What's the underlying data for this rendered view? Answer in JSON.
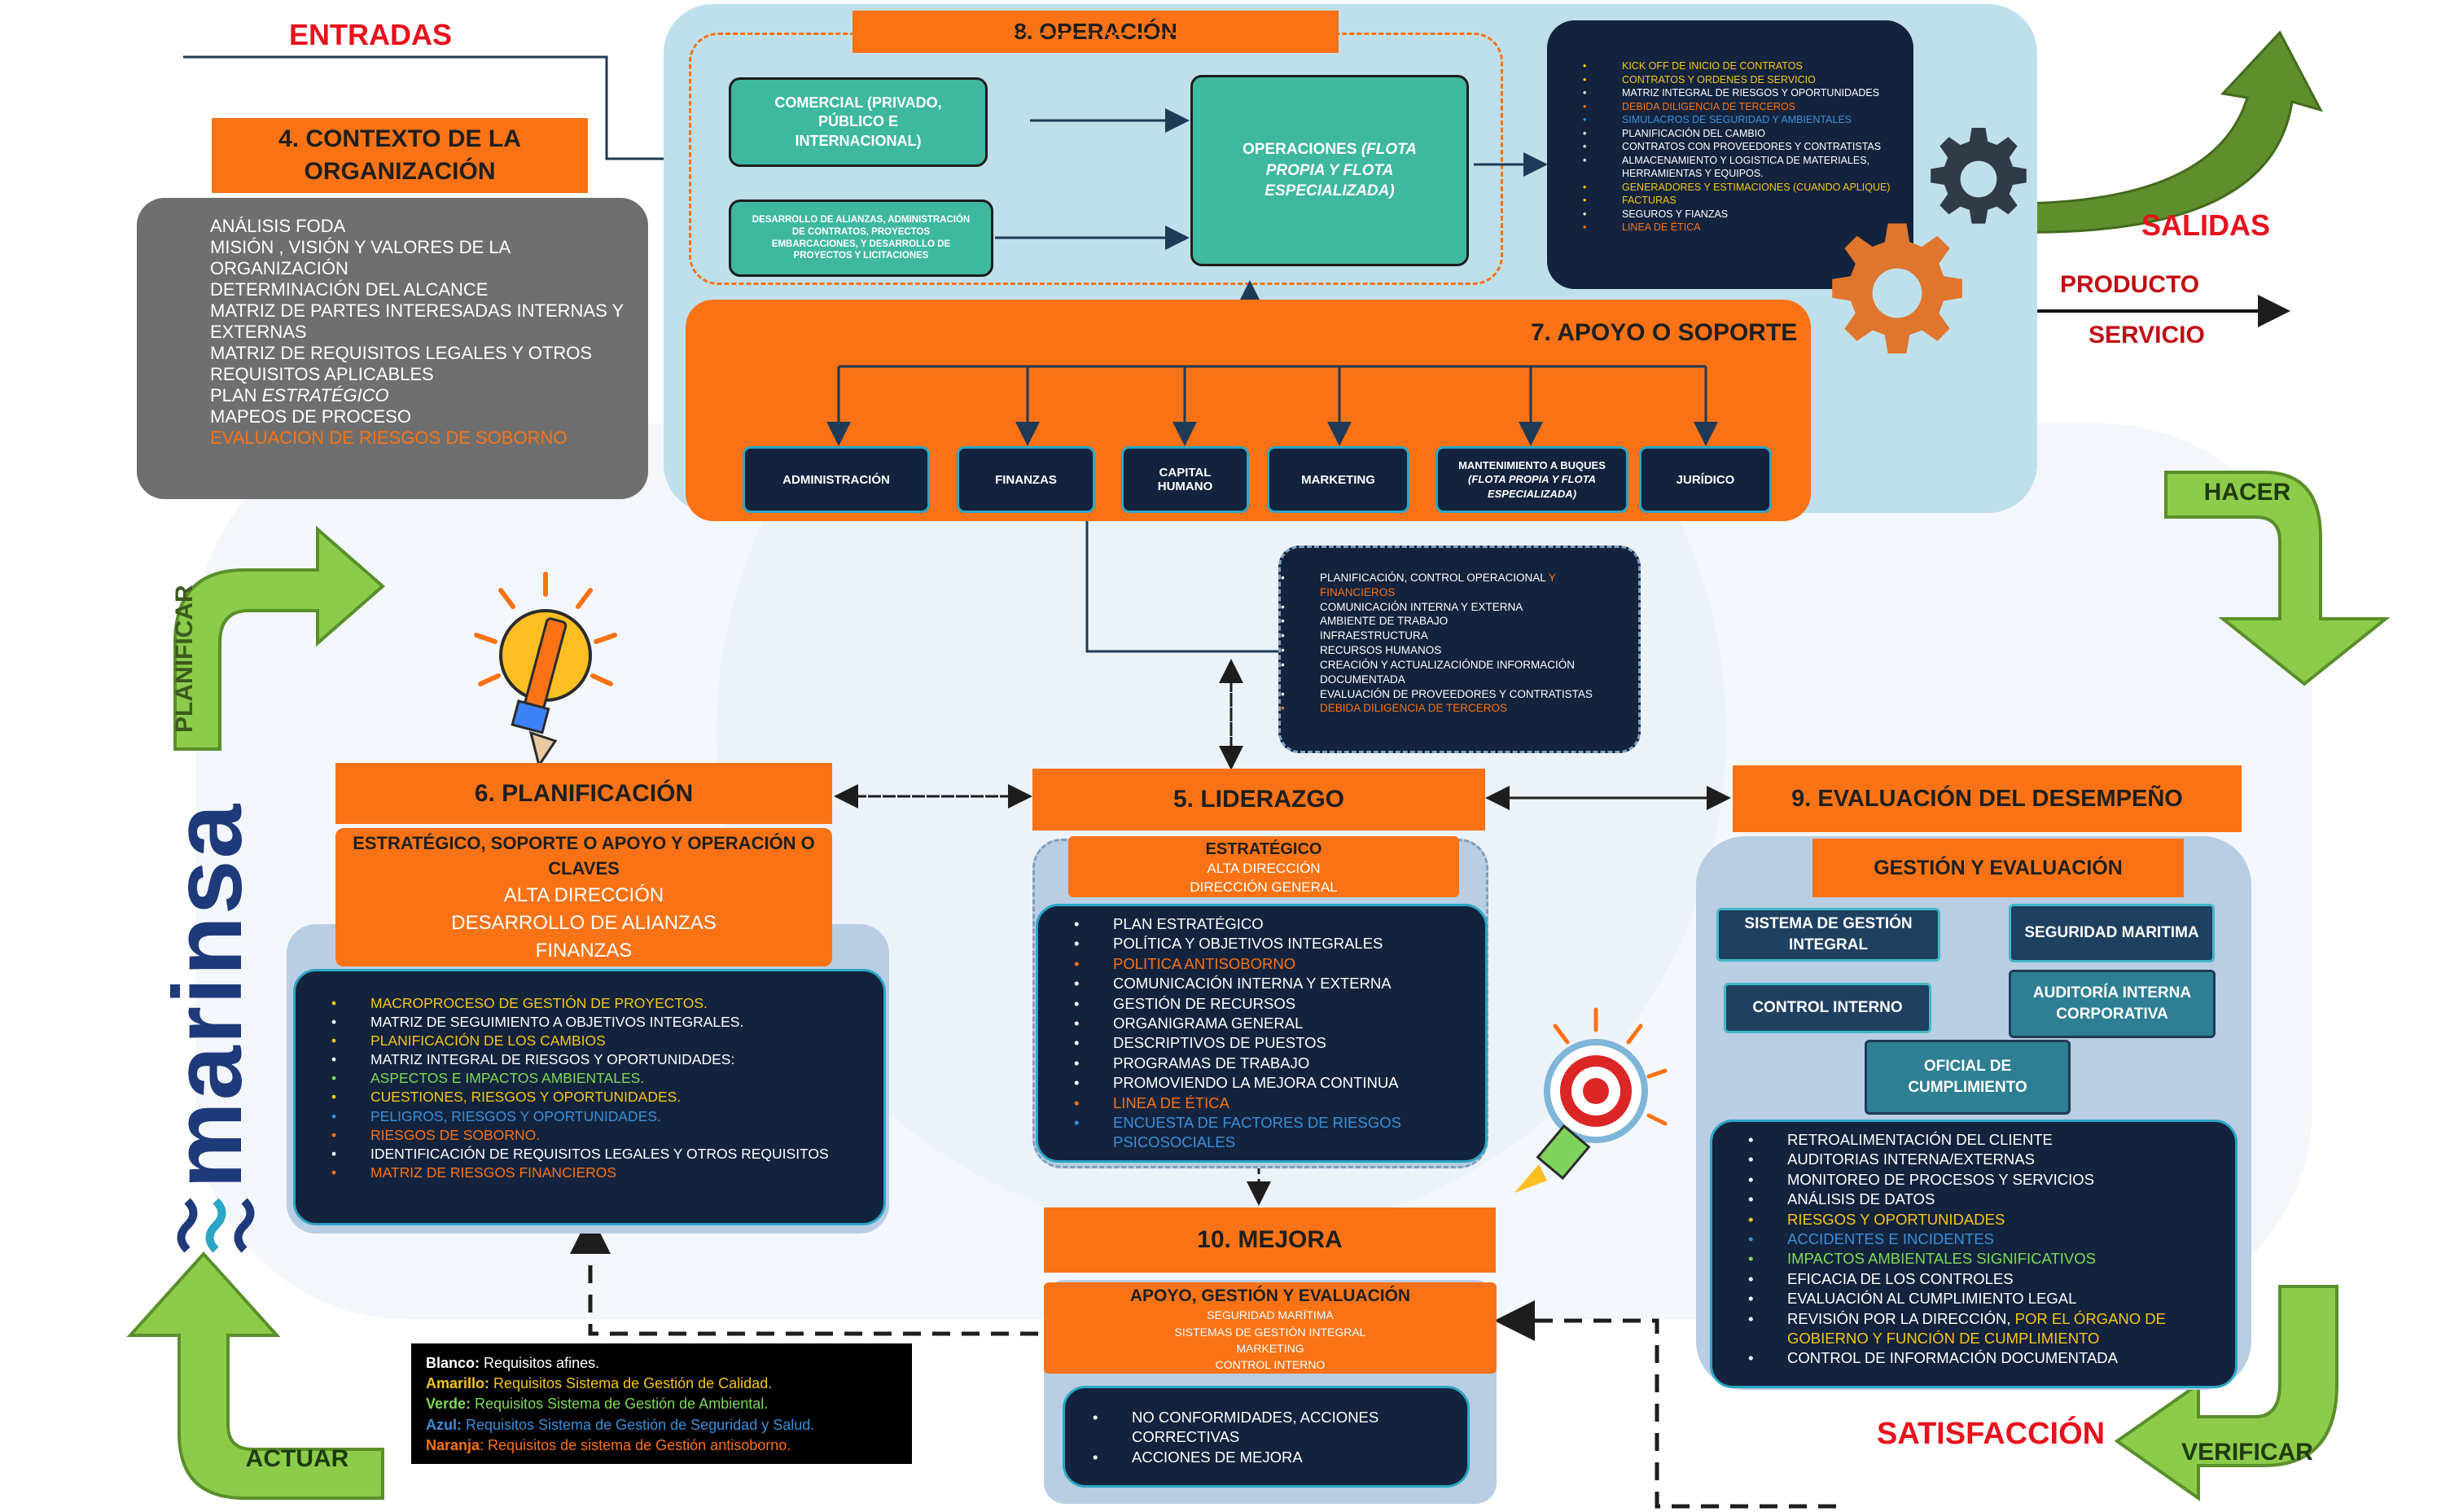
{
  "colors": {
    "orange": "#f97316",
    "navy": "#13233d",
    "lightblue": "#bfe0ea",
    "green": "#7cb342",
    "red": "#e8111c",
    "teal": "#3fb8a0"
  },
  "brand": {
    "logo": "marinsa"
  },
  "flow": {
    "entradas": "ENTRADAS",
    "salidas": "SALIDAS",
    "producto": "PRODUCTO",
    "servicio": "SERVICIO",
    "satisfaccion": "SATISFACCIÓN"
  },
  "cycle": {
    "planificar": "PLANIFICAR",
    "hacer": "HACER",
    "verificar": "VERIFICAR",
    "actuar": "ACTUAR"
  },
  "contexto": {
    "title": "4. CONTEXTO DE LA ORGANIZACIÓN",
    "items": [
      {
        "text": "ANÁLISIS FODA"
      },
      {
        "text": "MISIÓN , VISIÓN Y VALORES DE LA ORGANIZACIÓN"
      },
      {
        "text": "DETERMINACIÓN DEL ALCANCE"
      },
      {
        "text": "MATRIZ DE PARTES  INTERESADAS INTERNAS Y EXTERNAS"
      },
      {
        "text": "MATRIZ DE REQUISITOS LEGALES Y OTROS REQUISITOS APLICABLES"
      },
      {
        "text": "PLAN ESTRATÉGICO"
      },
      {
        "text": "MAPEOS DE PROCESO"
      },
      {
        "text": "EVALUACION DE RIESGOS DE SOBORNO",
        "color": "orange"
      }
    ]
  },
  "operacion": {
    "title": "8. OPERACIÓN",
    "comercial": "COMERCIAL (PRIVADO, PÚBLICO E INTERNACIONAL)",
    "alianzas": "DESARROLLO DE ALIANZAS, ADMINISTRACIÓN DE CONTRATOS, PROYECTOS EMBARCACIONES, Y DESARROLLO DE PROYECTOS  Y LICITACIONES",
    "operaciones": "OPERACIONES",
    "operaciones_italic": "(FLOTA PROPIA Y FLOTA ESPECIALIZADA)",
    "items": [
      {
        "text": "KICK OFF DE INICIO DE CONTRATOS",
        "color": "yellow"
      },
      {
        "text": "CONTRATOS Y ORDENES DE SERVICIO",
        "color": "yellow"
      },
      {
        "text": "MATRIZ INTEGRAL DE RIESGOS Y OPORTUNIDADES",
        "color": "white"
      },
      {
        "text": "DEBIDA DILIGENCIA DE TERCEROS",
        "color": "orange"
      },
      {
        "text": "SIMULACROS DE SEGURIDAD Y AMBIENTALES",
        "color": "blue"
      },
      {
        "text": "PLANIFICACIÓN DEL CAMBIO",
        "color": "white"
      },
      {
        "text": "CONTRATOS CON PROVEEDORES Y CONTRATISTAS",
        "color": "white"
      },
      {
        "text": "ALMACENAMIENTO Y LOGISTICA DE MATERIALES, HERRAMIENTAS Y EQUIPOS.",
        "color": "white"
      },
      {
        "text": "GENERADORES Y ESTIMACIONES (CUANDO APLIQUE)",
        "color": "yellow"
      },
      {
        "text": "FACTURAS",
        "color": "yellow"
      },
      {
        "text": "SEGUROS Y FIANZAS",
        "color": "white"
      },
      {
        "text": "LINEA DE ÉTICA",
        "color": "orange"
      }
    ]
  },
  "apoyo": {
    "title": "7. APOYO O SOPORTE",
    "depts": [
      {
        "label": "ADMINISTRACIÓN"
      },
      {
        "label": "FINANZAS"
      },
      {
        "label": "CAPITAL HUMANO"
      },
      {
        "label": "MARKETING"
      },
      {
        "label": "MANTENIMIENTO A BUQUES",
        "italic": "(FLOTA PROPIA Y FLOTA ESPECIALIZADA)"
      },
      {
        "label": "JURÍDICO"
      }
    ],
    "items": [
      {
        "text": "PLANIFICACIÓN, CONTROL OPERACIONAL ",
        "suffix": "Y FINANCIEROS",
        "color": "white"
      },
      {
        "text": "COMUNICACIÓN INTERNA Y EXTERNA",
        "color": "white"
      },
      {
        "text": "AMBIENTE DE TRABAJO",
        "color": "white"
      },
      {
        "text": "INFRAESTRUCTURA",
        "color": "white"
      },
      {
        "text": "RECURSOS HUMANOS",
        "color": "white"
      },
      {
        "text": "CREACIÓN Y ACTUALIZACIÓNDE INFORMACIÓN DOCUMENTADA",
        "color": "white"
      },
      {
        "text": "EVALUACIÓN DE PROVEEDORES Y CONTRATISTAS",
        "color": "white"
      },
      {
        "text": "DEBIDA DILIGENCIA DE TERCEROS",
        "color": "orange"
      }
    ]
  },
  "planificacion": {
    "title": "6. PLANIFICACIÓN",
    "sub_bold": "ESTRATÉGICO, SOPORTE O APOYO Y OPERACIÓN O CLAVES",
    "sub_lines": [
      "ALTA DIRECCIÓN",
      "DESARROLLO DE ALIANZAS",
      "FINANZAS"
    ],
    "items": [
      {
        "text": "MACROPROCESO DE GESTIÓN DE PROYECTOS.",
        "color": "yellow"
      },
      {
        "text": "MATRIZ DE SEGUIMIENTO A OBJETIVOS INTEGRALES.",
        "color": "white"
      },
      {
        "text": "PLANIFICACIÓN DE LOS CAMBIOS",
        "color": "yellow"
      },
      {
        "text": "MATRIZ INTEGRAL DE RIESGOS Y OPORTUNIDADES:",
        "color": "white"
      },
      {
        "text": "ASPECTOS E IMPACTOS AMBIENTALES.",
        "color": "green"
      },
      {
        "text": "CUESTIONES, RIESGOS Y OPORTUNIDADES.",
        "color": "yellow"
      },
      {
        "text": "PELIGROS, RIESGOS Y OPORTUNIDADES.",
        "color": "blue"
      },
      {
        "text": "RIESGOS DE SOBORNO.",
        "color": "orange"
      },
      {
        "text": "IDENTIFICACIÓN DE REQUISITOS LEGALES Y OTROS REQUISITOS",
        "color": "white"
      },
      {
        "text": "MATRIZ DE RIESGOS FINANCIEROS",
        "color": "orange"
      }
    ]
  },
  "liderazgo": {
    "title": "5. LIDERAZGO",
    "sub_bold": "ESTRATÉGICO",
    "sub_lines": [
      "ALTA DIRECCIÓN",
      "DIRECCIÓN GENERAL"
    ],
    "items": [
      {
        "text": "PLAN ESTRATÉGICO",
        "color": "white"
      },
      {
        "text": "POLÍTICA Y OBJETIVOS INTEGRALES",
        "color": "white"
      },
      {
        "text": "POLITICA ANTISOBORNO",
        "color": "orange"
      },
      {
        "text": "COMUNICACIÓN INTERNA Y EXTERNA",
        "color": "white"
      },
      {
        "text": "GESTIÓN DE RECURSOS",
        "color": "white"
      },
      {
        "text": "ORGANIGRAMA GENERAL",
        "color": "white"
      },
      {
        "text": "DESCRIPTIVOS DE PUESTOS",
        "color": "white"
      },
      {
        "text": "PROGRAMAS DE TRABAJO",
        "color": "white"
      },
      {
        "text": "PROMOVIENDO LA MEJORA CONTINUA",
        "color": "white"
      },
      {
        "text": "LINEA DE ÉTICA",
        "color": "orange"
      },
      {
        "text": "ENCUESTA DE FACTORES DE RIESGOS PSICOSOCIALES",
        "color": "blue"
      }
    ]
  },
  "evaluacion": {
    "title": "9. EVALUACIÓN DEL DESEMPEÑO",
    "sub": "GESTIÓN Y EVALUACIÓN",
    "boxes": {
      "sgi": "SISTEMA DE GESTIÓN INTEGRAL",
      "seguridad": "SEGURIDAD MARITIMA",
      "control": "CONTROL INTERNO",
      "auditoria": "AUDITORÍA INTERNA CORPORATIVA",
      "oficial": "OFICIAL DE CUMPLIMIENTO"
    },
    "items": [
      {
        "text": "RETROALIMENTACIÓN DEL CLIENTE",
        "color": "white"
      },
      {
        "text": "AUDITORIAS INTERNA/EXTERNAS",
        "color": "white"
      },
      {
        "text": "MONITOREO DE PROCESOS Y SERVICIOS",
        "color": "white"
      },
      {
        "text": "ANÁLISIS DE DATOS",
        "color": "white"
      },
      {
        "text": "RIESGOS Y OPORTUNIDADES",
        "color": "yellow"
      },
      {
        "text": "ACCIDENTES E INCIDENTES",
        "color": "blue"
      },
      {
        "text": "IMPACTOS AMBIENTALES SIGNIFICATIVOS",
        "color": "green"
      },
      {
        "text": "EFICACIA DE LOS CONTROLES",
        "color": "white"
      },
      {
        "text": "EVALUACIÓN AL CUMPLIMIENTO LEGAL",
        "color": "white"
      },
      {
        "text": "REVISIÓN POR LA DIRECCIÓN, ",
        "suffix": "POR EL ÓRGANO DE GOBIERNO Y FUNCIÓN DE CUMPLIMIENTO",
        "color": "white"
      },
      {
        "text": "CONTROL DE INFORMACIÓN DOCUMENTADA",
        "color": "white"
      }
    ]
  },
  "mejora": {
    "title": "10. MEJORA",
    "sub_bold": "APOYO, GESTIÓN Y EVALUACIÓN",
    "sub_lines": [
      "SEGURIDAD MARÍTIMA",
      "SISTEMAS DE GESTIÓN INTEGRAL",
      "MARKETING",
      "CONTROL INTERNO"
    ],
    "items": [
      {
        "text": "NO CONFORMIDADES, ACCIONES CORRECTIVAS"
      },
      {
        "text": "ACCIONES DE MEJORA"
      }
    ]
  },
  "legend": [
    {
      "key": "Blanco:",
      "text": " Requisitos afines.",
      "color": "white"
    },
    {
      "key": "Amarillo:",
      "text": " Requisitos Sistema de Gestión de Calidad.",
      "color": "yellow"
    },
    {
      "key": "Verde:",
      "text": " Requisitos Sistema de Gestión de Ambiental.",
      "color": "green"
    },
    {
      "key": "Azul:",
      "text": " Requisitos Sistema de Gestión de Seguridad y Salud.",
      "color": "blue"
    },
    {
      "key": "Naranja",
      "text": ": Requisitos de sistema de Gestión antisoborno.",
      "color": "orange"
    }
  ]
}
